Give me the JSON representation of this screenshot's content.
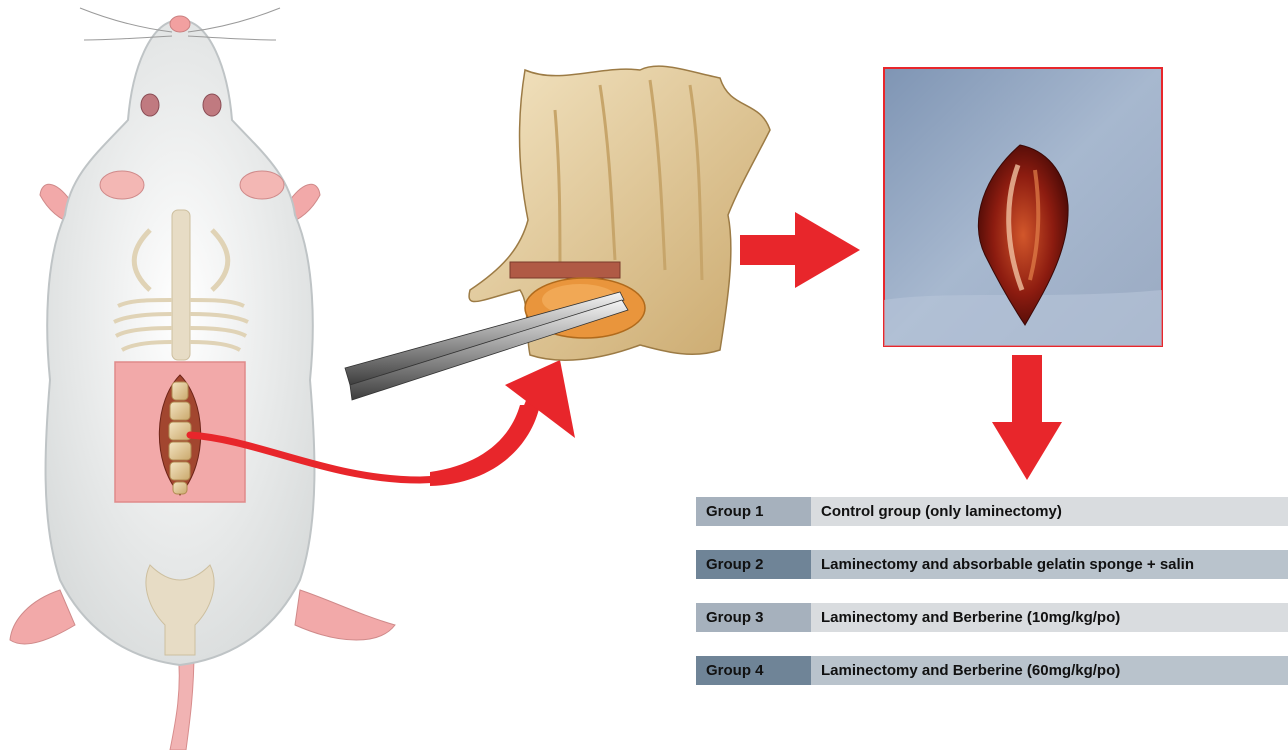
{
  "colors": {
    "arrow": "#e8262b",
    "label_light": "#a6b1bd",
    "label_dark": "#6f8497",
    "desc_light": "#d9dcdf",
    "desc_dark": "#b9c3cc",
    "skin": "#f2a9a9",
    "bone": "#e9d9b4",
    "fur": "#eeeeee",
    "wound": "#8b1a10",
    "drape": "#8fa4c0"
  },
  "illustrations": {
    "rat": "rat-body-illustration",
    "vertebra": "vertebra-laminectomy-illustration",
    "photo": "surgical-wound-photo"
  },
  "groups": [
    {
      "label": "Group 1",
      "description": "Control group (only laminectomy)"
    },
    {
      "label": "Group 2",
      "description": "Laminectomy and absorbable gelatin sponge + salin"
    },
    {
      "label": "Group 3",
      "description": "Laminectomy and Berberine (10mg/kg/po)"
    },
    {
      "label": "Group 4",
      "description": "Laminectomy and Berberine (60mg/kg/po)"
    }
  ]
}
